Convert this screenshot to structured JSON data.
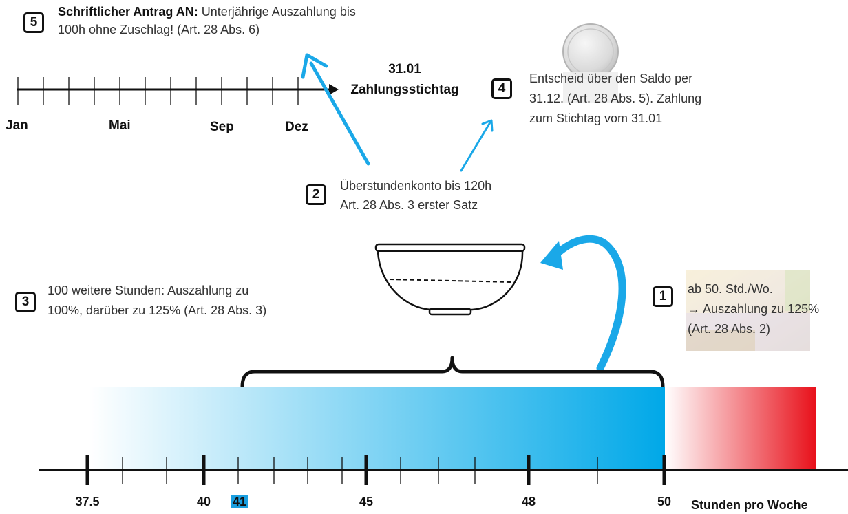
{
  "notes": {
    "n5": {
      "badge": "5",
      "bold": "Schriftlicher Antrag AN:",
      "text1": " Unterjährige Auszahlung bis",
      "text2": "100h ohne Zuschlag! (Art. 28 Abs. 6)"
    },
    "n4": {
      "badge": "4",
      "line1": "Entscheid über den Saldo per",
      "line2": "31.12. (Art. 28 Abs. 5). Zahlung",
      "line3": "zum Stichtag vom 31.01"
    },
    "n2": {
      "badge": "2",
      "line1": "Überstundenkonto bis 120h",
      "line2": "Art. 28 Abs. 3 erster Satz"
    },
    "n3": {
      "badge": "3",
      "line1": "100 weitere Stunden: Auszahlung zu",
      "line2": "100%, darüber zu 125% (Art. 28 Abs. 3)"
    },
    "n1": {
      "badge": "1",
      "line1": "ab 50. Std./Wo.",
      "line2": "→ Auszahlung zu 125%",
      "line3": "(Art. 28 Abs. 2)"
    }
  },
  "timeline": {
    "months": [
      "Jan",
      "Mai",
      "Sep",
      "Dez"
    ],
    "stichtag_date": "31.01",
    "stichtag_label": "Zahlungsstichtag"
  },
  "hours_axis": {
    "ticks": [
      "37.5",
      "40",
      "41",
      "45",
      "48",
      "50"
    ],
    "title": "Stunden pro Woche"
  },
  "colors": {
    "blue": "#00a8e8",
    "red": "#e8101a",
    "arrow": "#1aa8e8"
  }
}
